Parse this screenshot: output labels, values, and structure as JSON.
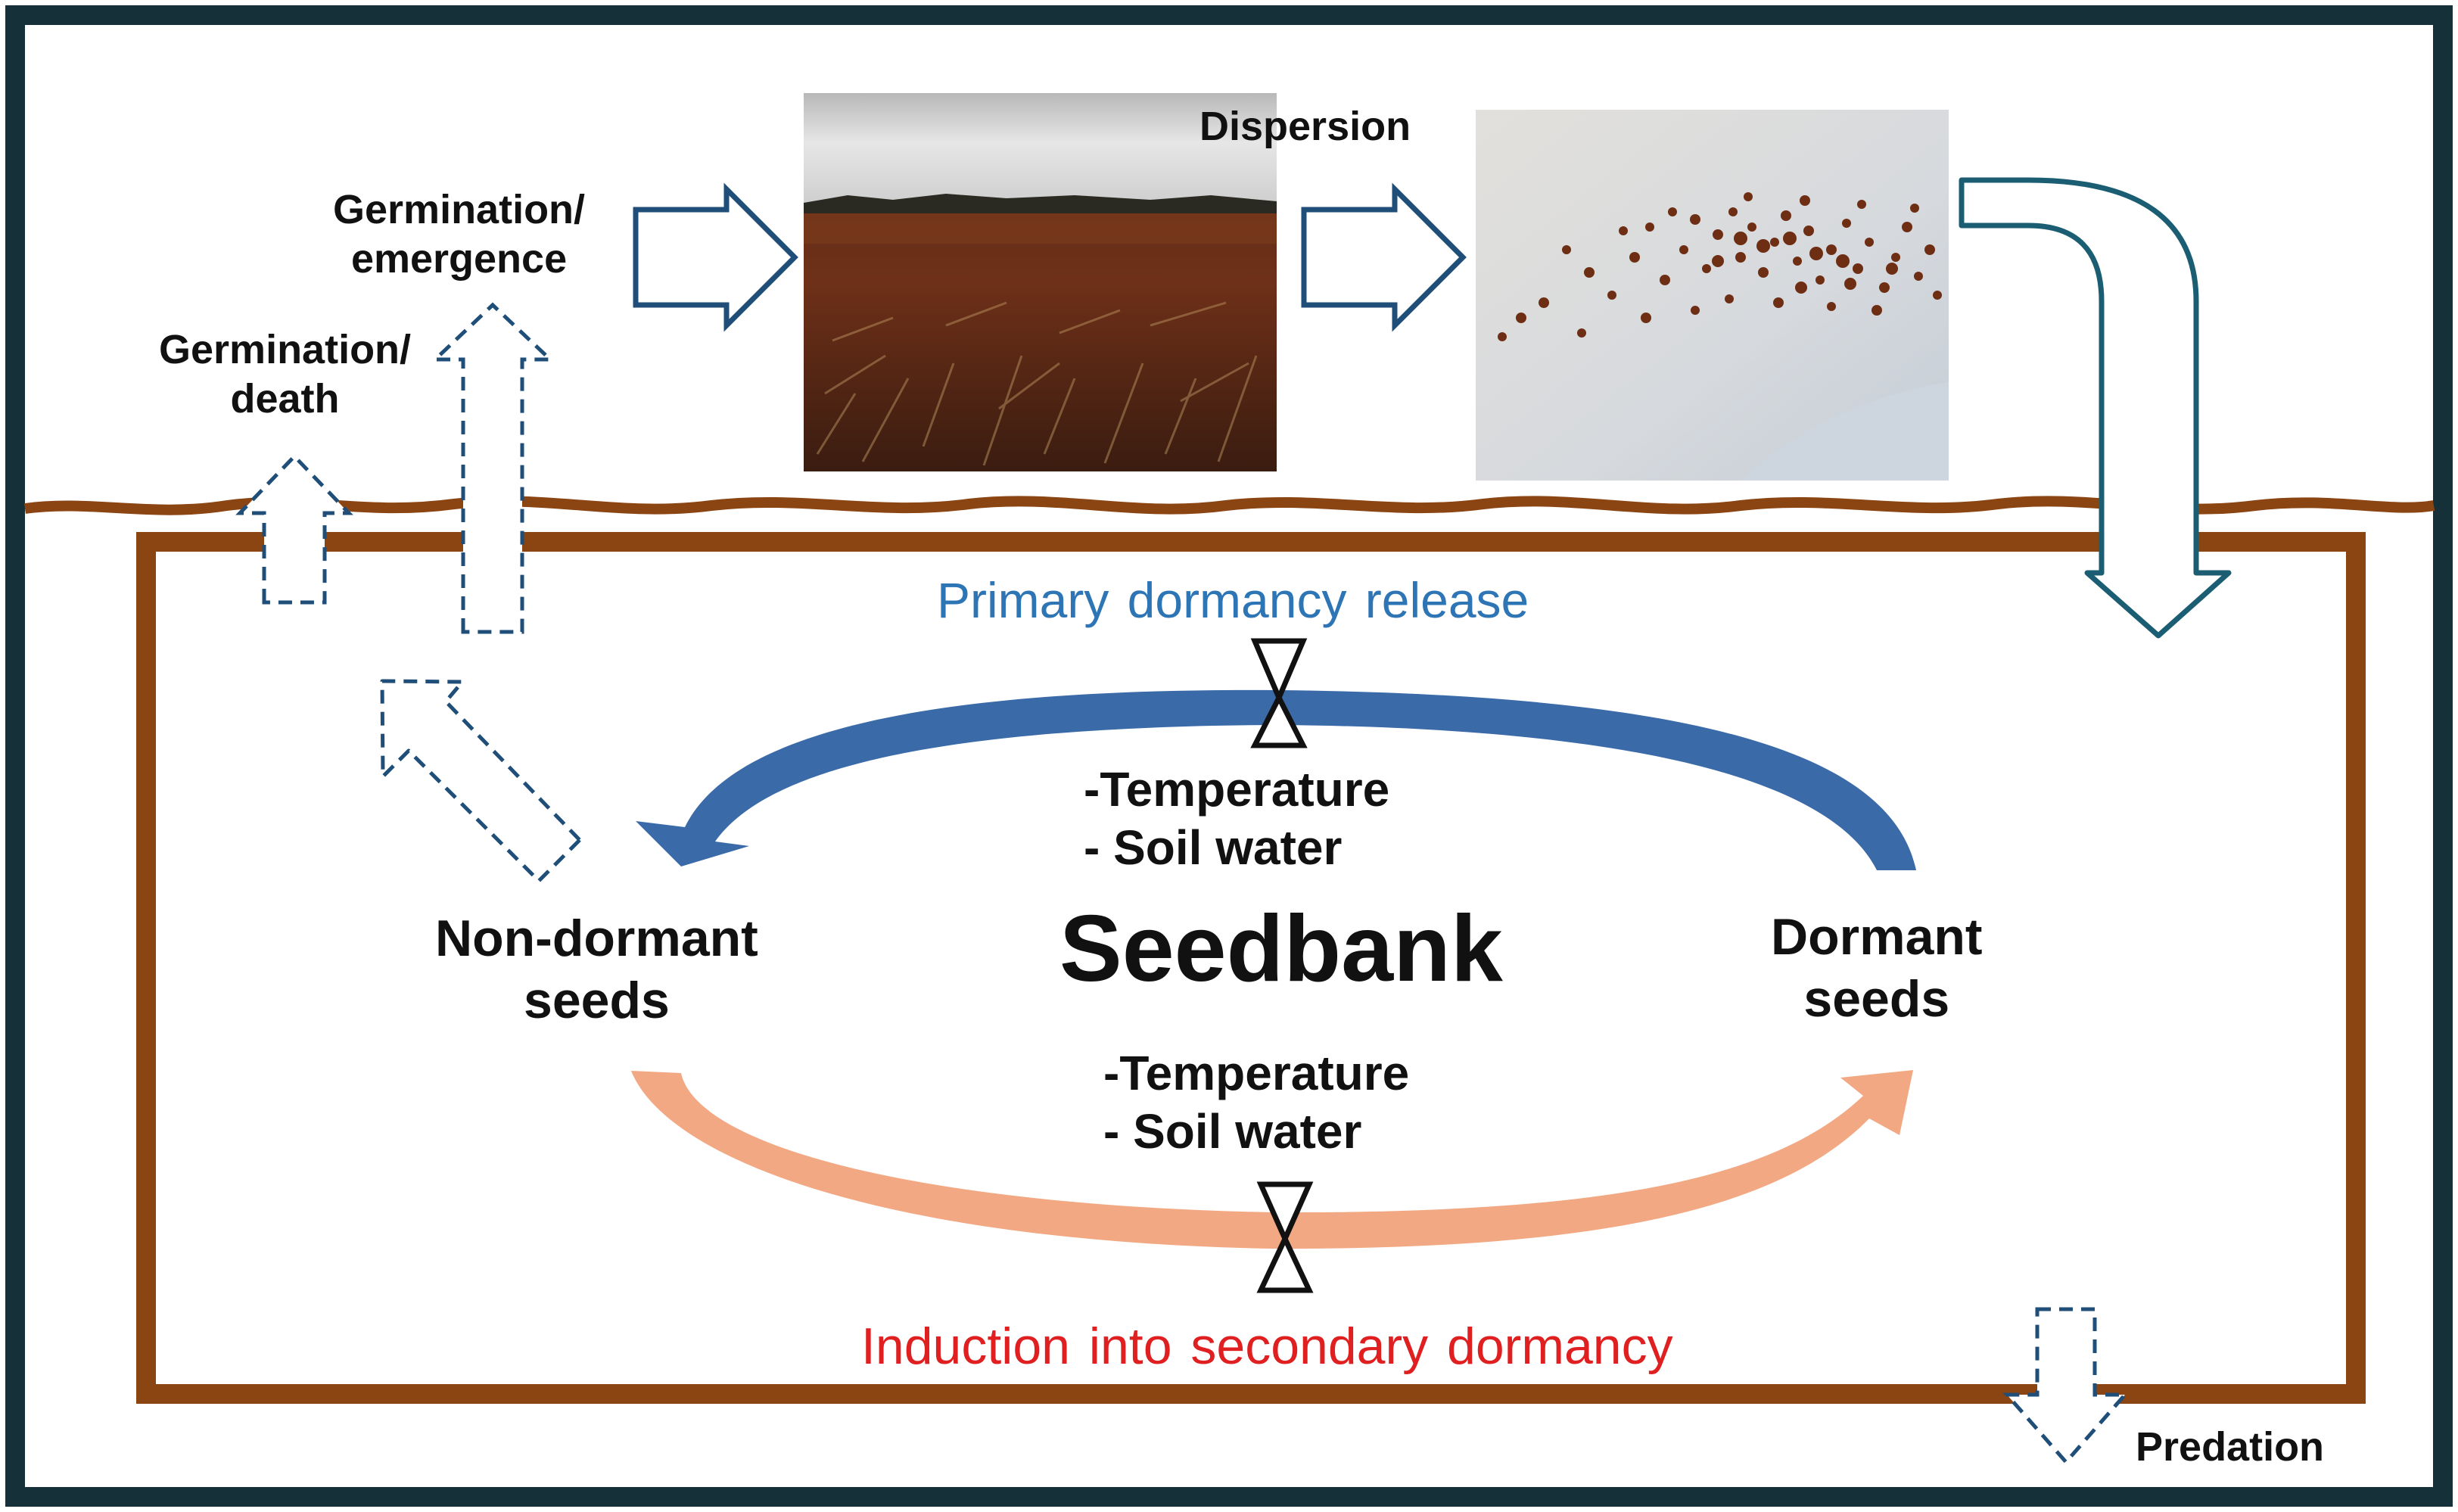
{
  "labels": {
    "dispersion": "Dispersion",
    "germination_emergence": [
      "Germination/",
      "emergence"
    ],
    "germination_death": [
      "Germination/",
      "death"
    ],
    "primary_release": "Primary dormancy release",
    "induction": "Induction into secondary dormancy",
    "seedbank": "Seedbank",
    "non_dormant": [
      "Non-dormant",
      "seeds"
    ],
    "dormant": [
      "Dormant",
      "seeds"
    ],
    "factors_top": [
      "-Temperature",
      "- Soil water"
    ],
    "factors_bottom": [
      "-Temperature",
      "- Soil water"
    ],
    "predation": "Predation"
  },
  "colors": {
    "frame": "#16303a",
    "soil": "#8b4513",
    "arrow_outline": "#1f4e79",
    "teal_arrow": "#1b5e73",
    "primary_arrow": "#3a6aa8",
    "primary_text": "#2e75b6",
    "secondary_arrow": "#f2a882",
    "secondary_text": "#e02020"
  },
  "images": {
    "field_photo": "field-photo",
    "seeds_photo": "seeds-photo"
  }
}
